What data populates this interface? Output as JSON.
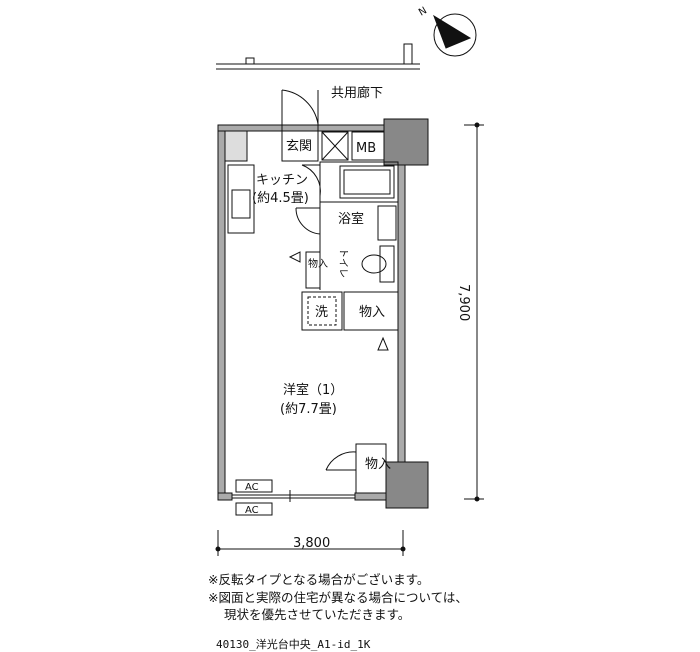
{
  "rooms": {
    "corridor": "共用廊下",
    "entrance": "玄関",
    "mb": "MB",
    "kitchen": "キッチン",
    "kitchen_size": "(約4.5畳)",
    "bath": "浴室",
    "toilet": "トイレ",
    "storage_small": "物入",
    "washer": "洗",
    "storage": "物入",
    "western": "洋室（1）",
    "western_size": "(約7.7畳)",
    "storage_bottom": "物入",
    "ac_inner": "AC",
    "ac_outer": "AC"
  },
  "dimensions": {
    "width": "3,800",
    "depth": "7,900"
  },
  "compass": {
    "label": "N"
  },
  "notes": {
    "line1": "※反転タイプとなる場合がございます。",
    "line2": "※図面と実際の住宅が異なる場合については、",
    "line3": "現状を優先させていただきます。"
  },
  "code": "40130_洋光台中央_A1-id_1K"
}
